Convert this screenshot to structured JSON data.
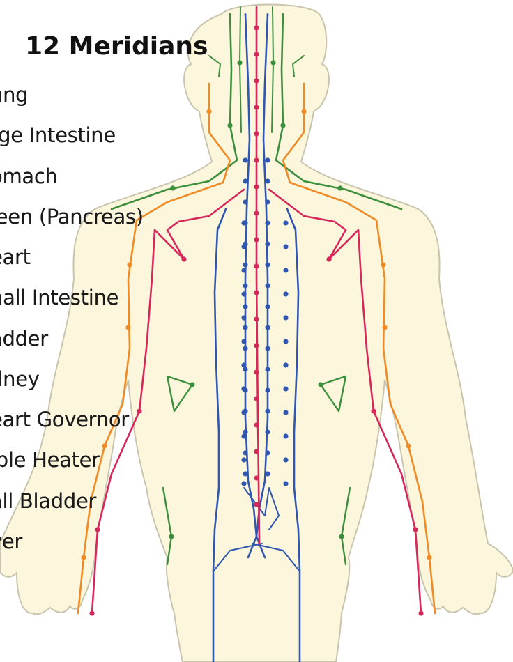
{
  "title": "12 Meridians",
  "meridians": [
    {
      "label": "ung",
      "color": "#5a5a5a"
    },
    {
      "label": "rge Intestine",
      "color": "#5a5a5a"
    },
    {
      "label": "omach",
      "color": "#5a5a5a"
    },
    {
      "label": "leen (Pancreas)",
      "color": "#5a5a5a"
    },
    {
      "label": "eart",
      "color": "#5a5a5a"
    },
    {
      "label": "nall Intestine",
      "color": "#5a5a5a"
    },
    {
      "label": "adder",
      "color": "#5a5a5a"
    },
    {
      "label": "dney",
      "color": "#5a5a5a"
    },
    {
      "label": "eart Governor",
      "color": "#5a5a5a"
    },
    {
      "label": "iple Heater",
      "color": "#5a5a5a"
    },
    {
      "label": "all Bladder",
      "color": "#5a5a5a"
    },
    {
      "label": "ver",
      "color": "#5a5a5a"
    }
  ],
  "colors": {
    "skin": "#fbf6dc",
    "outline": "#c9c4ad",
    "green": "#3c8f3c",
    "orange": "#f08a24",
    "red": "#d6285a",
    "blue": "#2f56b0"
  }
}
